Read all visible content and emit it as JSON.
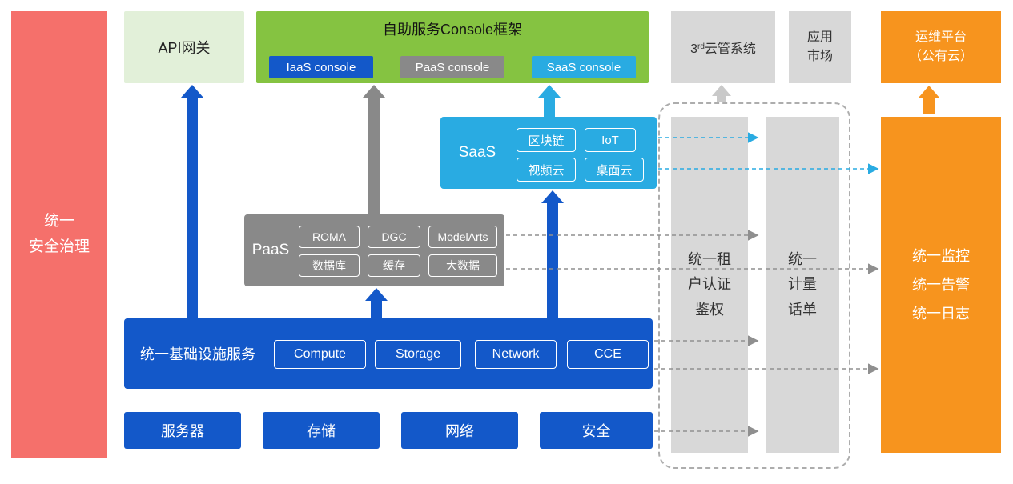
{
  "palette": {
    "red": "#F5706B",
    "api_green": "#E2F0D9",
    "console_green": "#85C341",
    "blue": "#1358C9",
    "gray": "#898989",
    "light_gray": "#D8D8D8",
    "cyan": "#29ABE2",
    "orange": "#F7941E"
  },
  "security_bar": {
    "label": "统一\n安全治理"
  },
  "api_gateway": {
    "label": "API网关"
  },
  "console_frame": {
    "title": "自助服务Console框架",
    "consoles": [
      {
        "label": "IaaS console"
      },
      {
        "label": "PaaS console"
      },
      {
        "label": "SaaS console"
      }
    ]
  },
  "third_party_cloud": {
    "num": "3",
    "sup": "rd",
    "text": "云管系统"
  },
  "app_market": {
    "label": "应用\n市场"
  },
  "om_platform": {
    "label": "运维平台\n（公有云）"
  },
  "saas": {
    "label": "SaaS",
    "items": [
      "区块链",
      "IoT",
      "视频云",
      "桌面云"
    ]
  },
  "paas": {
    "label": "PaaS",
    "items": [
      "ROMA",
      "DGC",
      "ModelArts",
      "数据库",
      "缓存",
      "大数据"
    ]
  },
  "infrastructure": {
    "label": "统一基础设施服务",
    "items": [
      "Compute",
      "Storage",
      "Network",
      "CCE"
    ]
  },
  "hardware": {
    "items": [
      "服务器",
      "存储",
      "网络",
      "安全"
    ]
  },
  "auth_bar": {
    "label": "统一租\n户认证\n鉴权"
  },
  "metering_bar": {
    "label": "统一\n计量\n话单"
  },
  "monitoring": {
    "label": "统一监控\n统一告警\n统一日志"
  }
}
